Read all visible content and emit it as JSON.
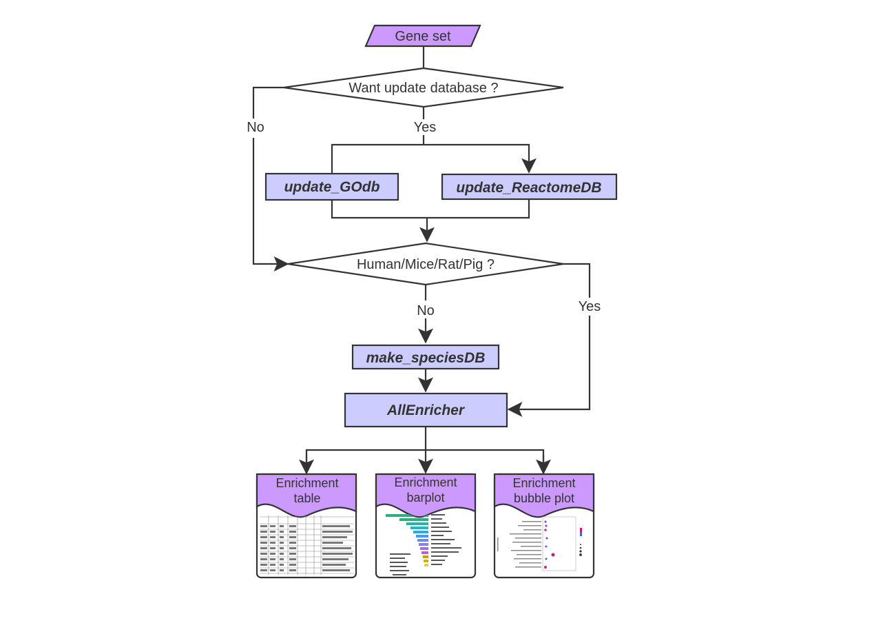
{
  "nodes": {
    "gene_set": "Gene set",
    "decision_update": "Want update database ?",
    "update_godb": "update_GOdb",
    "update_reactome": "update_ReactomeDB",
    "decision_species": "Human/Mice/Rat/Pig ?",
    "make_species": "make_speciesDB",
    "allenricher": "AllEnricher",
    "out_table": [
      "Enrichment",
      "table"
    ],
    "out_barplot": [
      "Enrichment",
      "barplot"
    ],
    "out_bubble": [
      "Enrichment",
      "bubble plot"
    ]
  },
  "edges": {
    "update_no": "No",
    "update_yes": "Yes",
    "species_no": "No",
    "species_yes": "Yes"
  },
  "colors": {
    "io_fill": "#cc99ff",
    "process_fill": "#ccccff",
    "decision_fill": "#ffffff",
    "stroke": "#333333",
    "output_fill": "#cc99ff"
  },
  "thumbnails": {
    "table": "enrichment-table-thumbnail",
    "barplot": "enrichment-barplot-thumbnail",
    "bubble": "enrichment-bubble-plot-thumbnail"
  }
}
